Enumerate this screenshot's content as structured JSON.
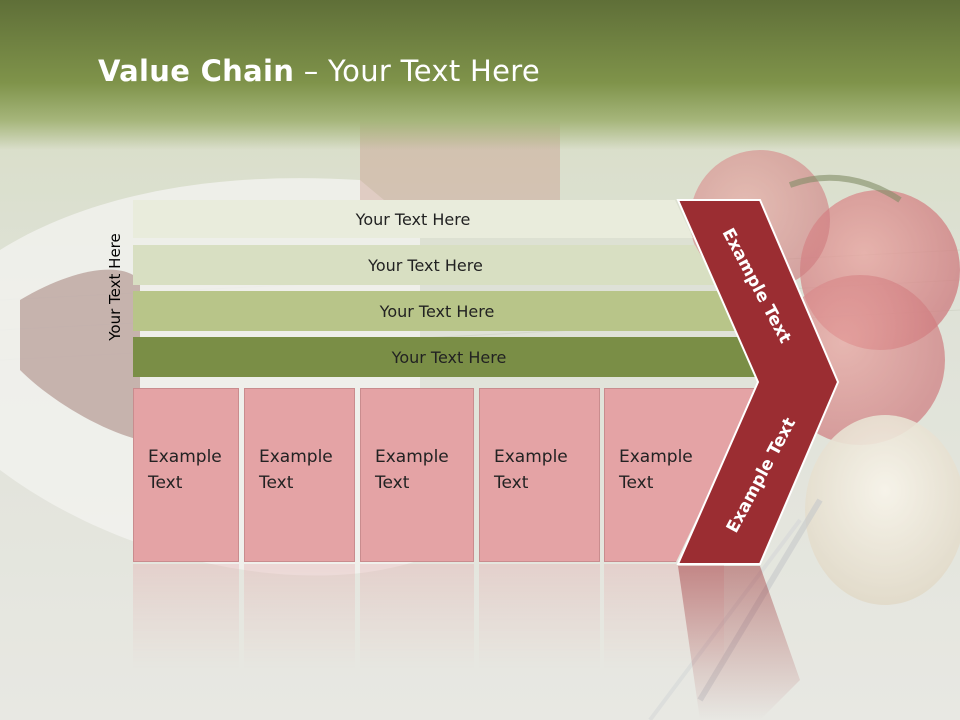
{
  "title": {
    "bold": "Value Chain",
    "rest": " – Your Text Here"
  },
  "side_label": "Your Text Here",
  "rows": [
    {
      "label": "Your Text Here"
    },
    {
      "label": "Your Text Here"
    },
    {
      "label": "Your Text Here"
    },
    {
      "label": "Your Text Here"
    }
  ],
  "boxes": [
    {
      "line1": "Example",
      "line2": "Text"
    },
    {
      "line1": "Example",
      "line2": "Text"
    },
    {
      "line1": "Example",
      "line2": "Text"
    },
    {
      "line1": "Example",
      "line2": "Text"
    },
    {
      "line1": "Example",
      "line2": "Text"
    }
  ],
  "chevron": {
    "upper": "Example Text",
    "lower": "Example Text"
  },
  "colors": {
    "header": "#6d7f3d",
    "chevron": "#9b2d32",
    "box": "#e4a3a5",
    "row1": "#e9ecdc",
    "row2": "#d8dfc2",
    "row3": "#b8c589",
    "row4": "#7a8e46"
  }
}
